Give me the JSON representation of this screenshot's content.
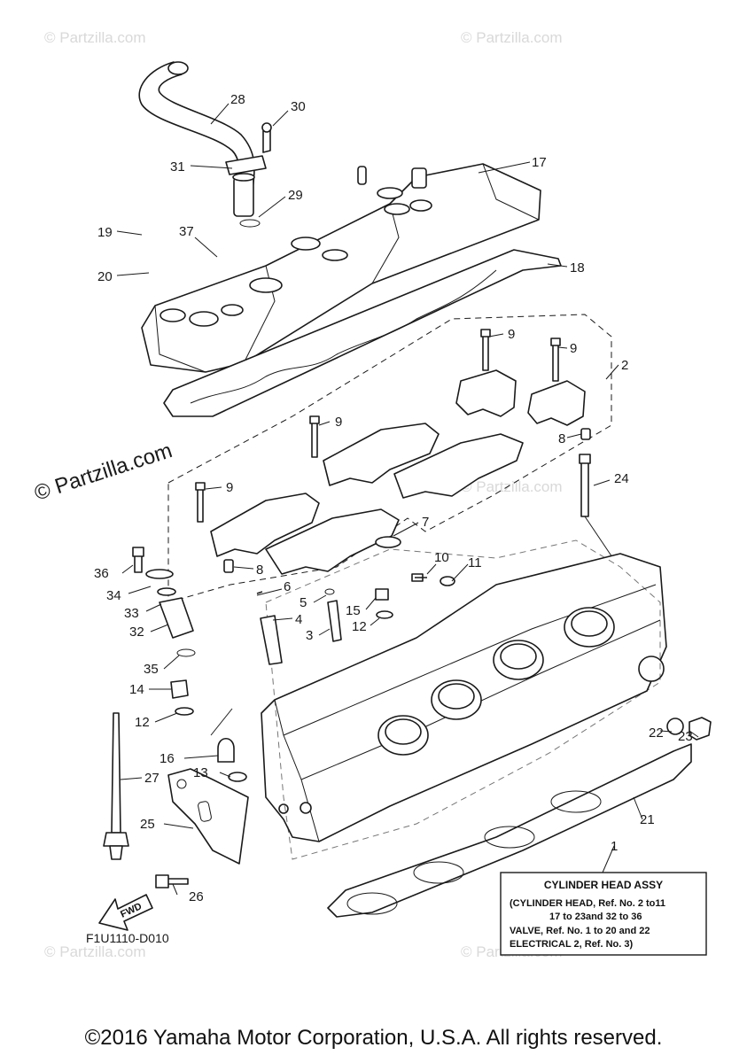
{
  "watermark": {
    "text": "© Partzilla.com"
  },
  "diagram_code": "F1U1110-D010",
  "fwd_label": "FWD",
  "assembly_box": {
    "title": "CYLINDER HEAD ASSY",
    "lines": [
      "(CYLINDER HEAD, Ref. No. 2 to11",
      "17 to 23and 32 to 36",
      "VALVE, Ref. No. 1 to 20 and 22",
      "ELECTRICAL 2, Ref. No. 3)"
    ]
  },
  "callouts": [
    {
      "label": "28"
    },
    {
      "label": "30"
    },
    {
      "label": "31"
    },
    {
      "label": "29"
    },
    {
      "label": "17"
    },
    {
      "label": "19"
    },
    {
      "label": "37"
    },
    {
      "label": "20"
    },
    {
      "label": "18"
    },
    {
      "label": "9"
    },
    {
      "label": "9"
    },
    {
      "label": "2"
    },
    {
      "label": "9"
    },
    {
      "label": "8"
    },
    {
      "label": "9"
    },
    {
      "label": "24"
    },
    {
      "label": "7"
    },
    {
      "label": "36"
    },
    {
      "label": "8"
    },
    {
      "label": "10"
    },
    {
      "label": "11"
    },
    {
      "label": "34"
    },
    {
      "label": "6"
    },
    {
      "label": "33"
    },
    {
      "label": "5"
    },
    {
      "label": "15"
    },
    {
      "label": "4"
    },
    {
      "label": "12"
    },
    {
      "label": "32"
    },
    {
      "label": "3"
    },
    {
      "label": "35"
    },
    {
      "label": "14"
    },
    {
      "label": "12"
    },
    {
      "label": "22"
    },
    {
      "label": "23"
    },
    {
      "label": "16"
    },
    {
      "label": "13"
    },
    {
      "label": "27"
    },
    {
      "label": "21"
    },
    {
      "label": "25"
    },
    {
      "label": "1"
    },
    {
      "label": "26"
    }
  ],
  "copyright": "©2016 Yamaha Motor Corporation, U.S.A. All rights reserved."
}
